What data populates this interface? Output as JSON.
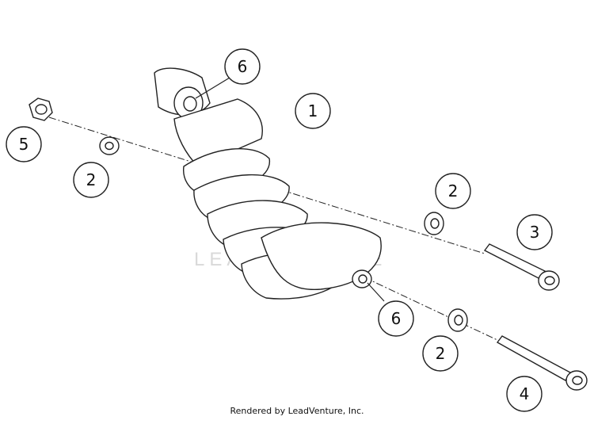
{
  "diagram": {
    "callouts": [
      {
        "id": "c6a",
        "label": "6"
      },
      {
        "id": "c1",
        "label": "1"
      },
      {
        "id": "c5",
        "label": "5"
      },
      {
        "id": "c2a",
        "label": "2"
      },
      {
        "id": "c2b",
        "label": "2"
      },
      {
        "id": "c3",
        "label": "3"
      },
      {
        "id": "c6b",
        "label": "6"
      },
      {
        "id": "c2c",
        "label": "2"
      },
      {
        "id": "c4",
        "label": "4"
      }
    ],
    "watermark": "LEADVENTURE",
    "credit": "Rendered by LeadVenture, Inc."
  }
}
